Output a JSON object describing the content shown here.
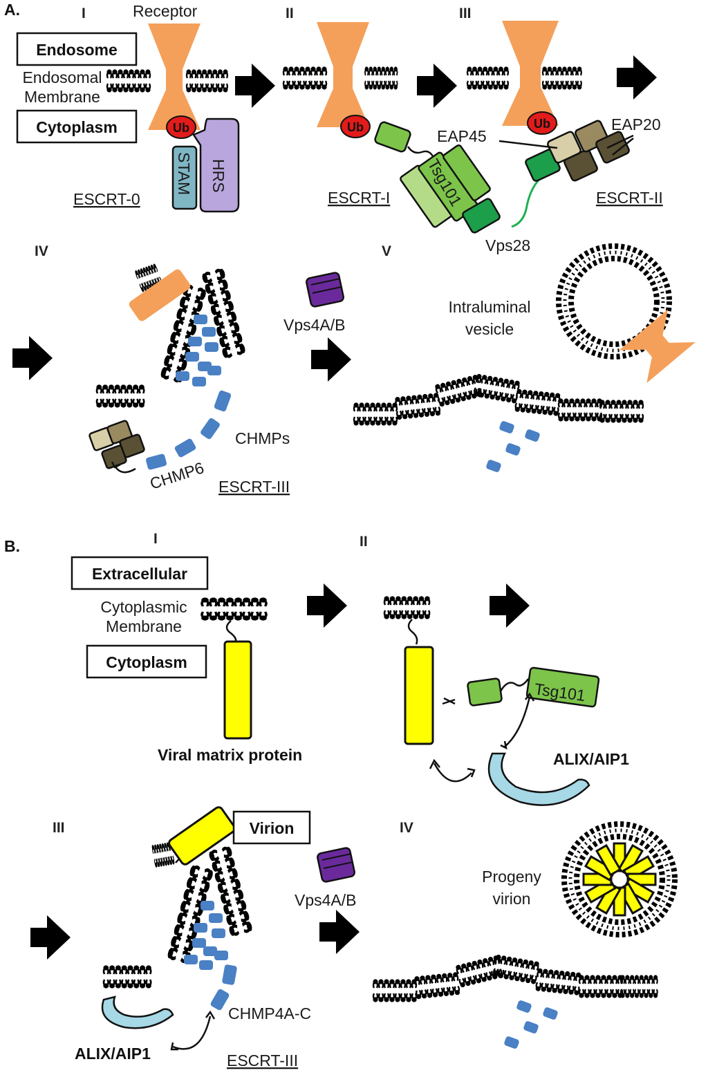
{
  "panel_a": {
    "panel_label": "A.",
    "step_1": "I",
    "step_2": "II",
    "step_3": "III",
    "step_4": "IV",
    "step_5": "V",
    "receptor": "Receptor",
    "endosome": "Endosome",
    "endosomal_membrane_line1": "Endosomal",
    "endosomal_membrane_line2": "Membrane",
    "cytoplasm": "Cytoplasm",
    "ub": "Ub",
    "stam": "STAM",
    "hrs": "HRS",
    "escrt_0": "ESCRT-0",
    "escrt_1": "ESCRT-I",
    "escrt_2": "ESCRT-II",
    "escrt_3": "ESCRT-III",
    "tsg101": "Tsg101",
    "vps28": "Vps28",
    "eap45": "EAP45",
    "eap20": "EAP20",
    "vps4": "Vps4A/B",
    "chmps": "CHMPs",
    "chmp6": "CHMP6",
    "ilv_line1": "Intraluminal",
    "ilv_line2": "vesicle"
  },
  "panel_b": {
    "panel_label": "B.",
    "step_1": "I",
    "step_2": "II",
    "step_3": "III",
    "step_4": "IV",
    "extracellular": "Extracellular",
    "cytoplasmic_membrane_line1": "Cytoplasmic",
    "cytoplasmic_membrane_line2": "Membrane",
    "cytoplasm": "Cytoplasm",
    "viral_matrix_protein": "Viral matrix protein",
    "tsg101": "Tsg101",
    "alix": "ALIX/AIP1",
    "virion": "Virion",
    "vps4": "Vps4A/B",
    "chmp4": "CHMP4A-C",
    "escrt_3": "ESCRT-III",
    "progeny_line1": "Progeny",
    "progeny_line2": "virion"
  },
  "colors": {
    "receptor": "#f4a05a",
    "ubiquitin": "#e21b1b",
    "chmp": "#4a80c4",
    "matrix_protein": "#ffff00",
    "alix": "#a6d8e6",
    "escrt_1": "#7cc44a",
    "escrt_2": "#9a8a60",
    "vps4": "#6a2a9c"
  }
}
